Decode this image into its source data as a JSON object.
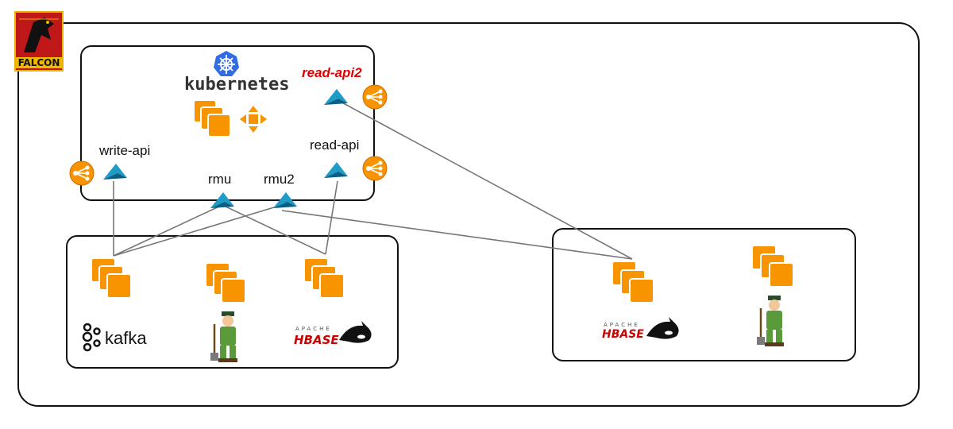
{
  "logo": {
    "text": "FALCON"
  },
  "kubernetes": {
    "title": "kubernetes"
  },
  "services": {
    "write_api": "write-api",
    "read_api": "read-api",
    "read_api2": "read-api2",
    "rmu": "rmu",
    "rmu2": "rmu2"
  },
  "cluster_left": {
    "kafka": "kafka",
    "hbase_top": "APACHE",
    "hbase": "HBASE"
  },
  "cluster_right": {
    "hbase_top": "APACHE",
    "hbase": "HBASE"
  },
  "colors": {
    "orange": "#f79400",
    "teal": "#1e9bc7",
    "red_label": "#e00000"
  }
}
